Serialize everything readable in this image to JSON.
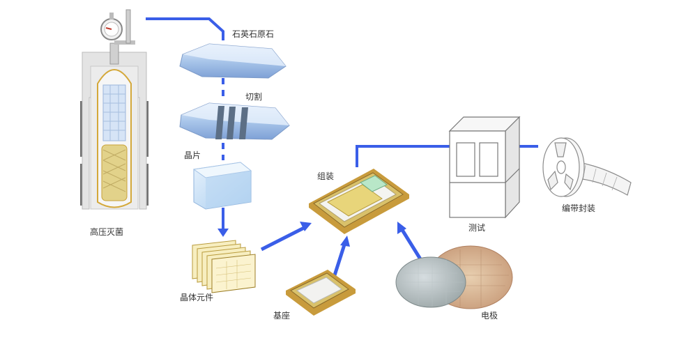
{
  "labels": {
    "quartz_stone": "石英石原石",
    "cutting": "切割",
    "wafer": "晶片",
    "assembly": "组装",
    "autoclave": "高压灭菌",
    "crystal_element": "晶体元件",
    "base": "基座",
    "electrode": "电极",
    "testing": "测试",
    "tape_reel": "编带封装"
  },
  "colors": {
    "flow_line": "#3a5ee8",
    "quartz": "#b9d3f2",
    "wafer": "#c8e0f5",
    "gold": "#d9c16a",
    "package_dark": "#8a6a2a",
    "machine_outline": "#777777"
  }
}
